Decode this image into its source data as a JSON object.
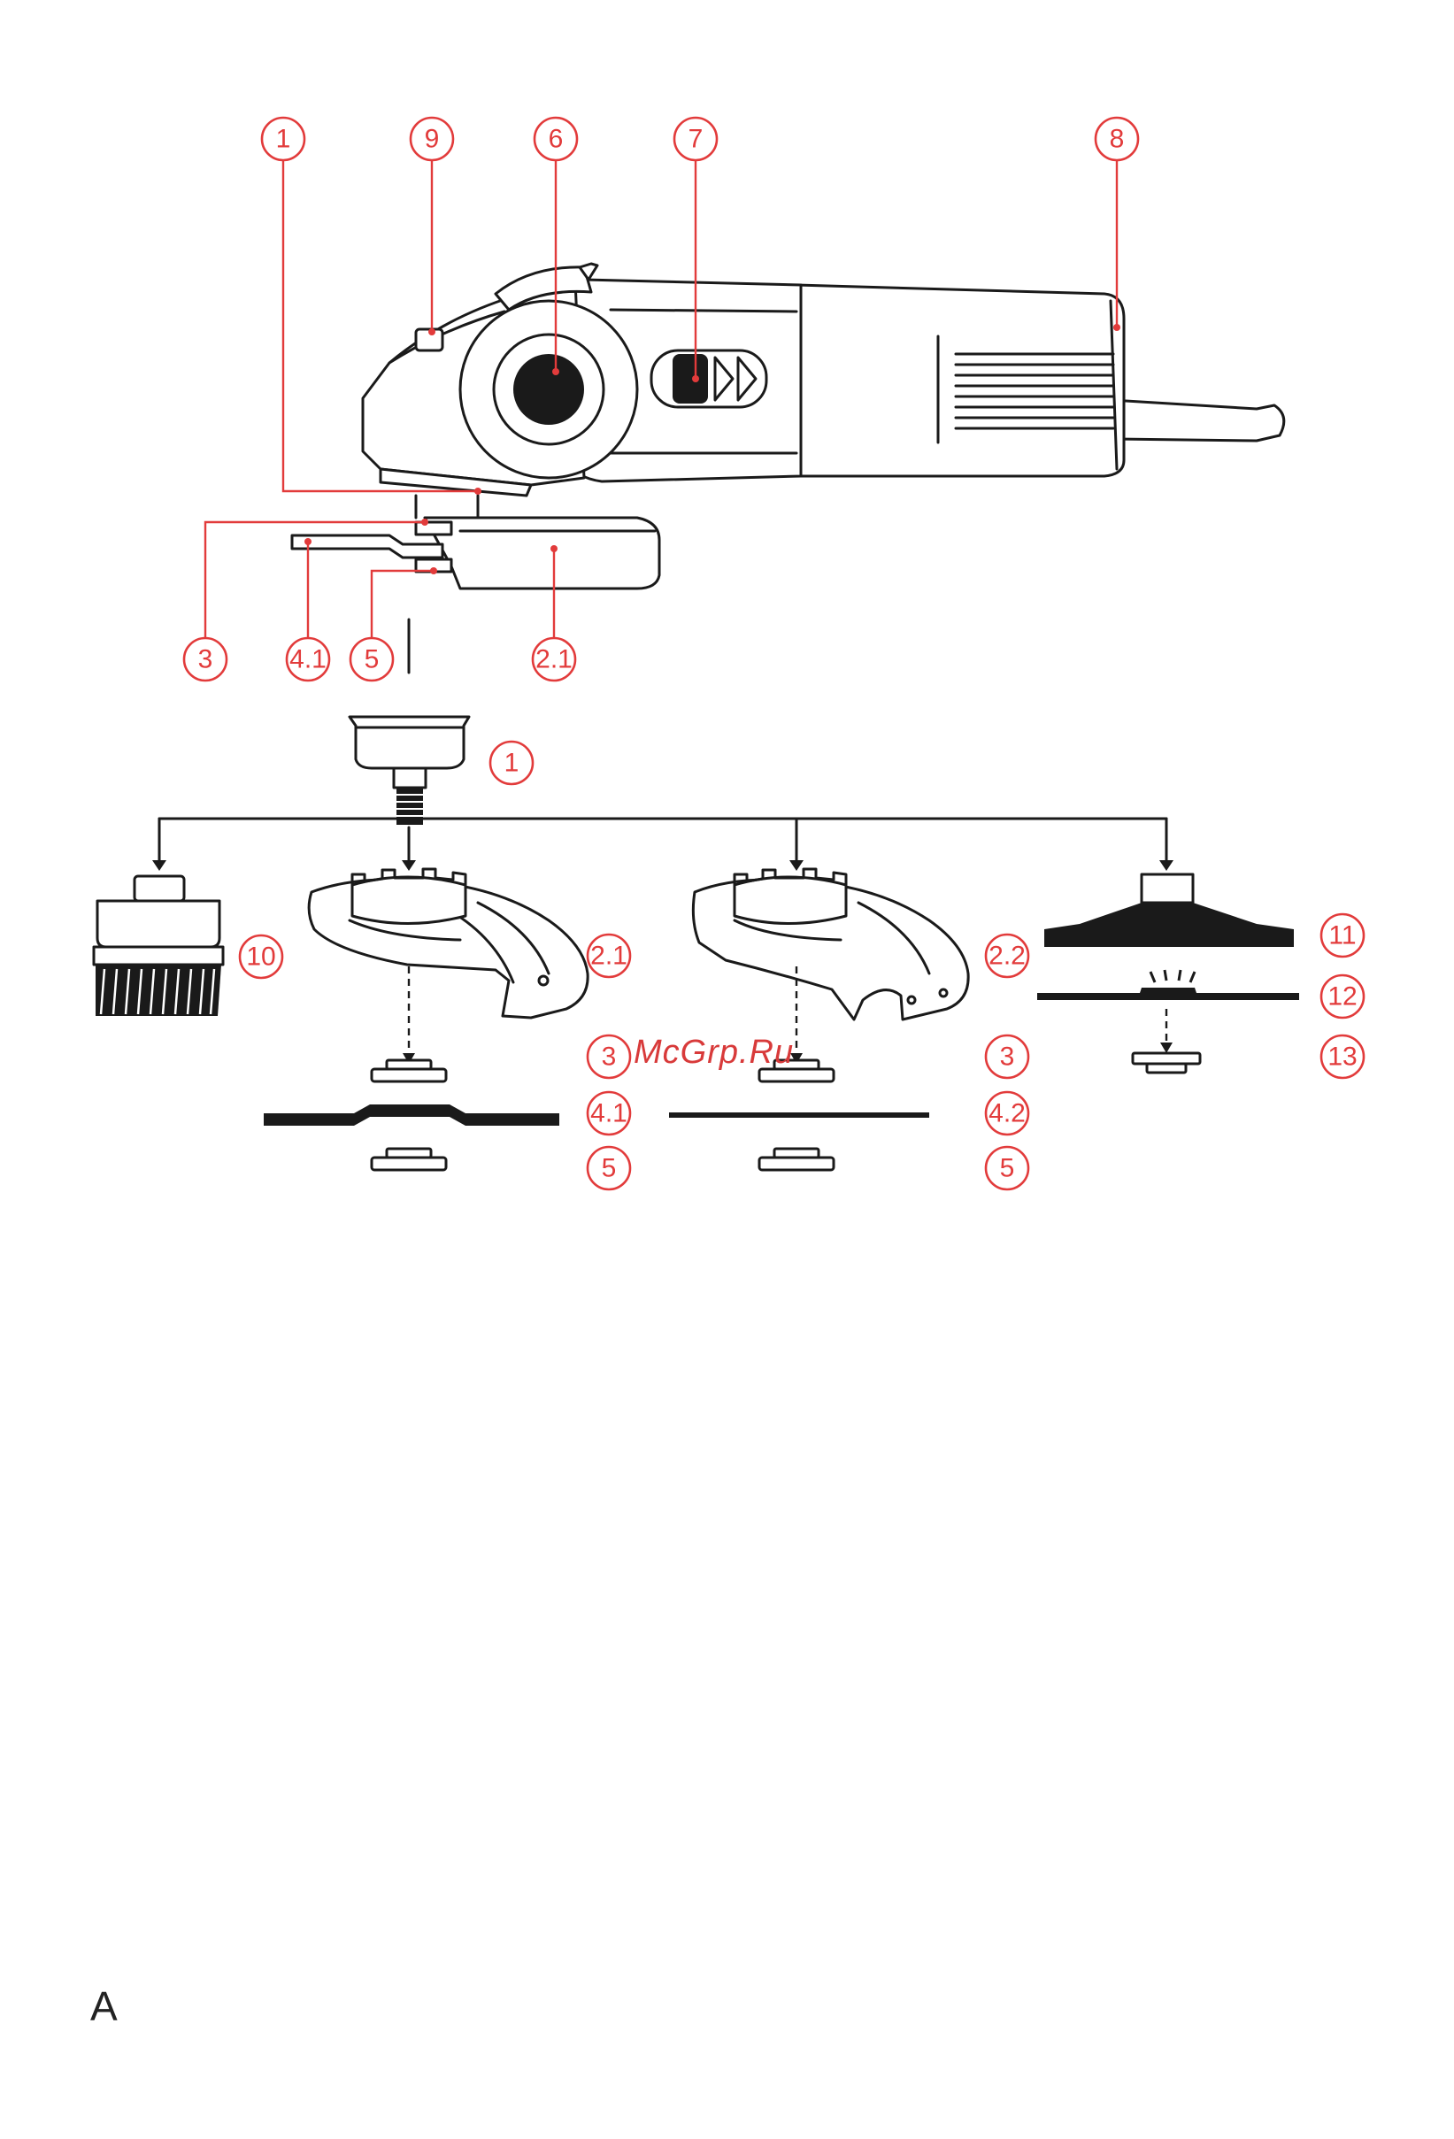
{
  "watermark": "McGrp.Ru",
  "page_letter": "A",
  "labels": {
    "tool_1": "1",
    "tool_9": "9",
    "tool_6": "6",
    "tool_7": "7",
    "tool_8": "8",
    "tool_3": "3",
    "tool_4_1": "4.1",
    "tool_5": "5",
    "tool_2_1": "2.1",
    "spindle_1": "1",
    "brush_10": "10",
    "guard_2_1": "2.1",
    "guard_2_2": "2.2",
    "pad_11": "11",
    "disc_12": "12",
    "nut_13": "13",
    "flange_3_a": "3",
    "disc_4_1": "4.1",
    "nut_5_a": "5",
    "flange_3_b": "3",
    "disc_4_2": "4.2",
    "nut_5_b": "5"
  },
  "colors": {
    "callout": "#e23b3b",
    "line": "#1a1a1a",
    "watermark": "#d83a3a"
  }
}
